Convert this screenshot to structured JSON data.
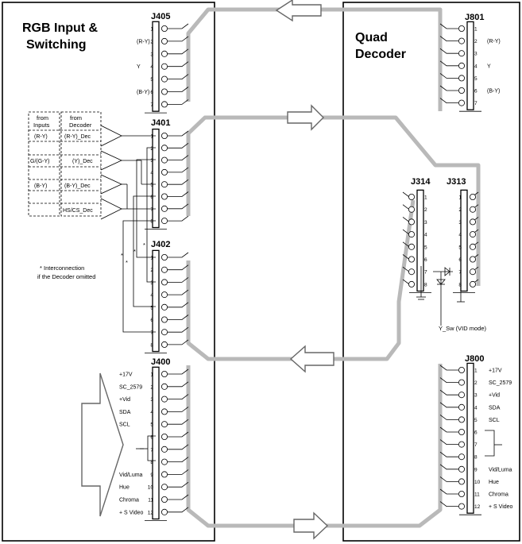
{
  "blocks": {
    "rgb_title_line1": "RGB Input &",
    "rgb_title_line2": "Switching",
    "quad_title_line1": "Quad",
    "quad_title_line2": "Decoder"
  },
  "connectors": {
    "j405": {
      "label": "J405",
      "pins": [
        "1",
        "2",
        "3",
        "4",
        "5",
        "6",
        "7"
      ],
      "signals": [
        "",
        "(R-Y)",
        "",
        "Y",
        "",
        "(B-Y)",
        ""
      ]
    },
    "j401": {
      "label": "J401",
      "pins": [
        "1",
        "2",
        "3",
        "4",
        "5",
        "6",
        "7",
        "8"
      ]
    },
    "j402": {
      "label": "J402",
      "pins": [
        "1",
        "2",
        "3",
        "4",
        "5",
        "6",
        "7",
        "8"
      ]
    },
    "j400": {
      "label": "J400",
      "pins": [
        "1",
        "2",
        "3",
        "4",
        "5",
        "6",
        "7",
        "8",
        "9",
        "10",
        "11",
        "12"
      ],
      "signals": [
        "+17V",
        "SC_2579",
        "+Vid",
        "SDA",
        "SCL",
        "",
        "",
        "",
        "Vid/Luma",
        "Hue",
        "Chroma",
        "+ S Video"
      ]
    },
    "j801": {
      "label": "J801",
      "pins": [
        "1",
        "2",
        "3",
        "4",
        "5",
        "6",
        "7"
      ],
      "signals": [
        "",
        "(R-Y)",
        "",
        "Y",
        "",
        "(B-Y)",
        ""
      ]
    },
    "j314": {
      "label": "J314",
      "pins": [
        "1",
        "2",
        "3",
        "4",
        "5",
        "6",
        "7",
        "8"
      ]
    },
    "j313": {
      "label": "J313",
      "pins": [
        "1",
        "2",
        "3",
        "4",
        "5",
        "6",
        "7",
        "8"
      ]
    },
    "j800": {
      "label": "J800",
      "pins": [
        "1",
        "2",
        "3",
        "4",
        "5",
        "6",
        "7",
        "8",
        "9",
        "10",
        "11",
        "12"
      ],
      "signals": [
        "+17V",
        "SC_2579",
        "+Vid",
        "SDA",
        "SCL",
        "",
        "",
        "",
        "Vid/Luma",
        "Hue",
        "Chroma",
        "+ S Video"
      ]
    }
  },
  "signal_table": {
    "header_left": [
      "from",
      "Inputs"
    ],
    "header_right": [
      "from",
      "Decoder"
    ],
    "rows": [
      {
        "input": "(R-Y)",
        "decoder": "(R-Y)_Dec"
      },
      {
        "input": "G/(G-Y)",
        "decoder": "(Y)_Dec"
      },
      {
        "input": "(B-Y)",
        "decoder": "(B-Y)_Dec"
      },
      {
        "input": "",
        "decoder": "HS/CS_Dec"
      }
    ]
  },
  "notes": {
    "interconnection_line1": "* Interconnection",
    "interconnection_line2": "if the Decoder omitted",
    "asterisk": "*",
    "y_sw": "Y_Sw (VID mode)"
  }
}
